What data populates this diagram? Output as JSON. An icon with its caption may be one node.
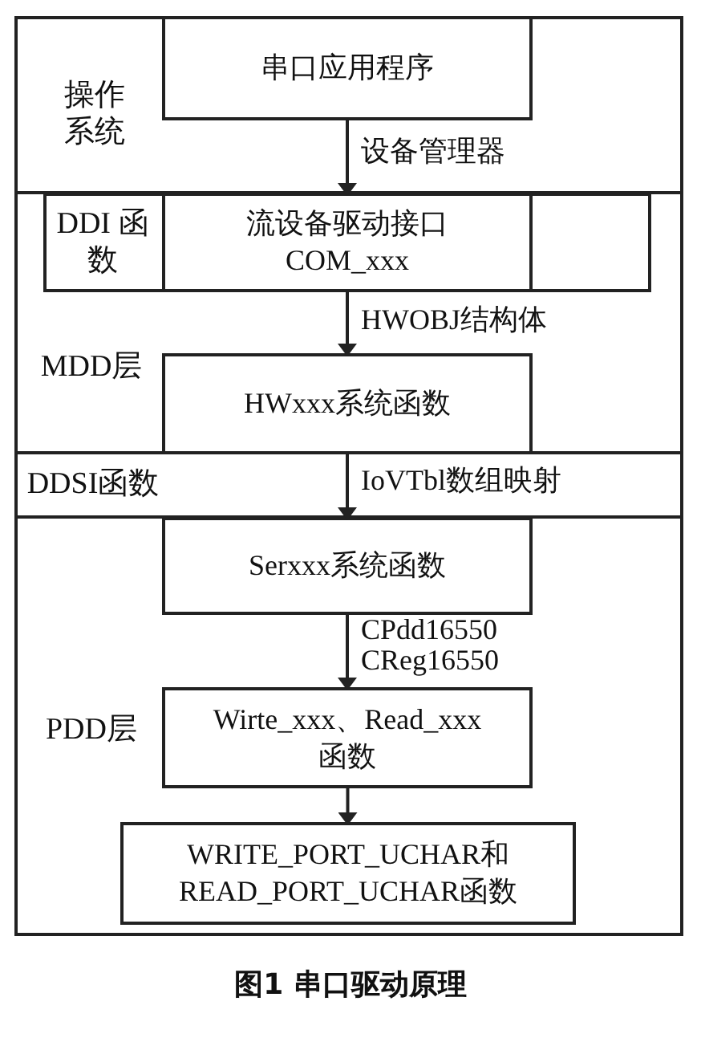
{
  "diagram": {
    "caption": "图1 串口驱动原理",
    "nodes": [
      {
        "text": [
          "操作系统"
        ]
      },
      {
        "text": [
          "串口应用程序"
        ],
        "in": 0
      },
      {
        "text": [
          "MDD层"
        ]
      },
      {
        "text": [
          "DDI 函数"
        ],
        "in": 2
      },
      {
        "text": [
          "流设备驱动接口 COM_xxx"
        ],
        "in": 3
      },
      {
        "text": [
          "HWxxx系统函数"
        ],
        "in": 2
      },
      {
        "text": [
          "PDD层"
        ]
      },
      {
        "text": [
          "Serxxx系统函数"
        ],
        "in": 6
      },
      {
        "text": [
          "Wirte_xxx、Read_xxx 函数"
        ],
        "in": 6
      },
      {
        "text": [
          "WRITE_PORT_UCHAR和 READ_PORT_UCHAR函数"
        ],
        "in": 6
      }
    ],
    "labels": [
      "DDSI函数"
    ],
    "edges": [
      {
        "from": 1,
        "to": 4,
        "arrow": "to",
        "label": "设备管理器"
      },
      {
        "from": 4,
        "to": 5,
        "arrow": "to",
        "label": "HWOBJ结构体"
      },
      {
        "from": 5,
        "to": 7,
        "arrow": "to",
        "label": "IoVTbl数组映射"
      },
      {
        "from": 7,
        "to": 8,
        "arrow": "to",
        "label": "CPdd16550 CReg16550"
      },
      {
        "from": 8,
        "to": 9,
        "arrow": "to"
      }
    ]
  }
}
